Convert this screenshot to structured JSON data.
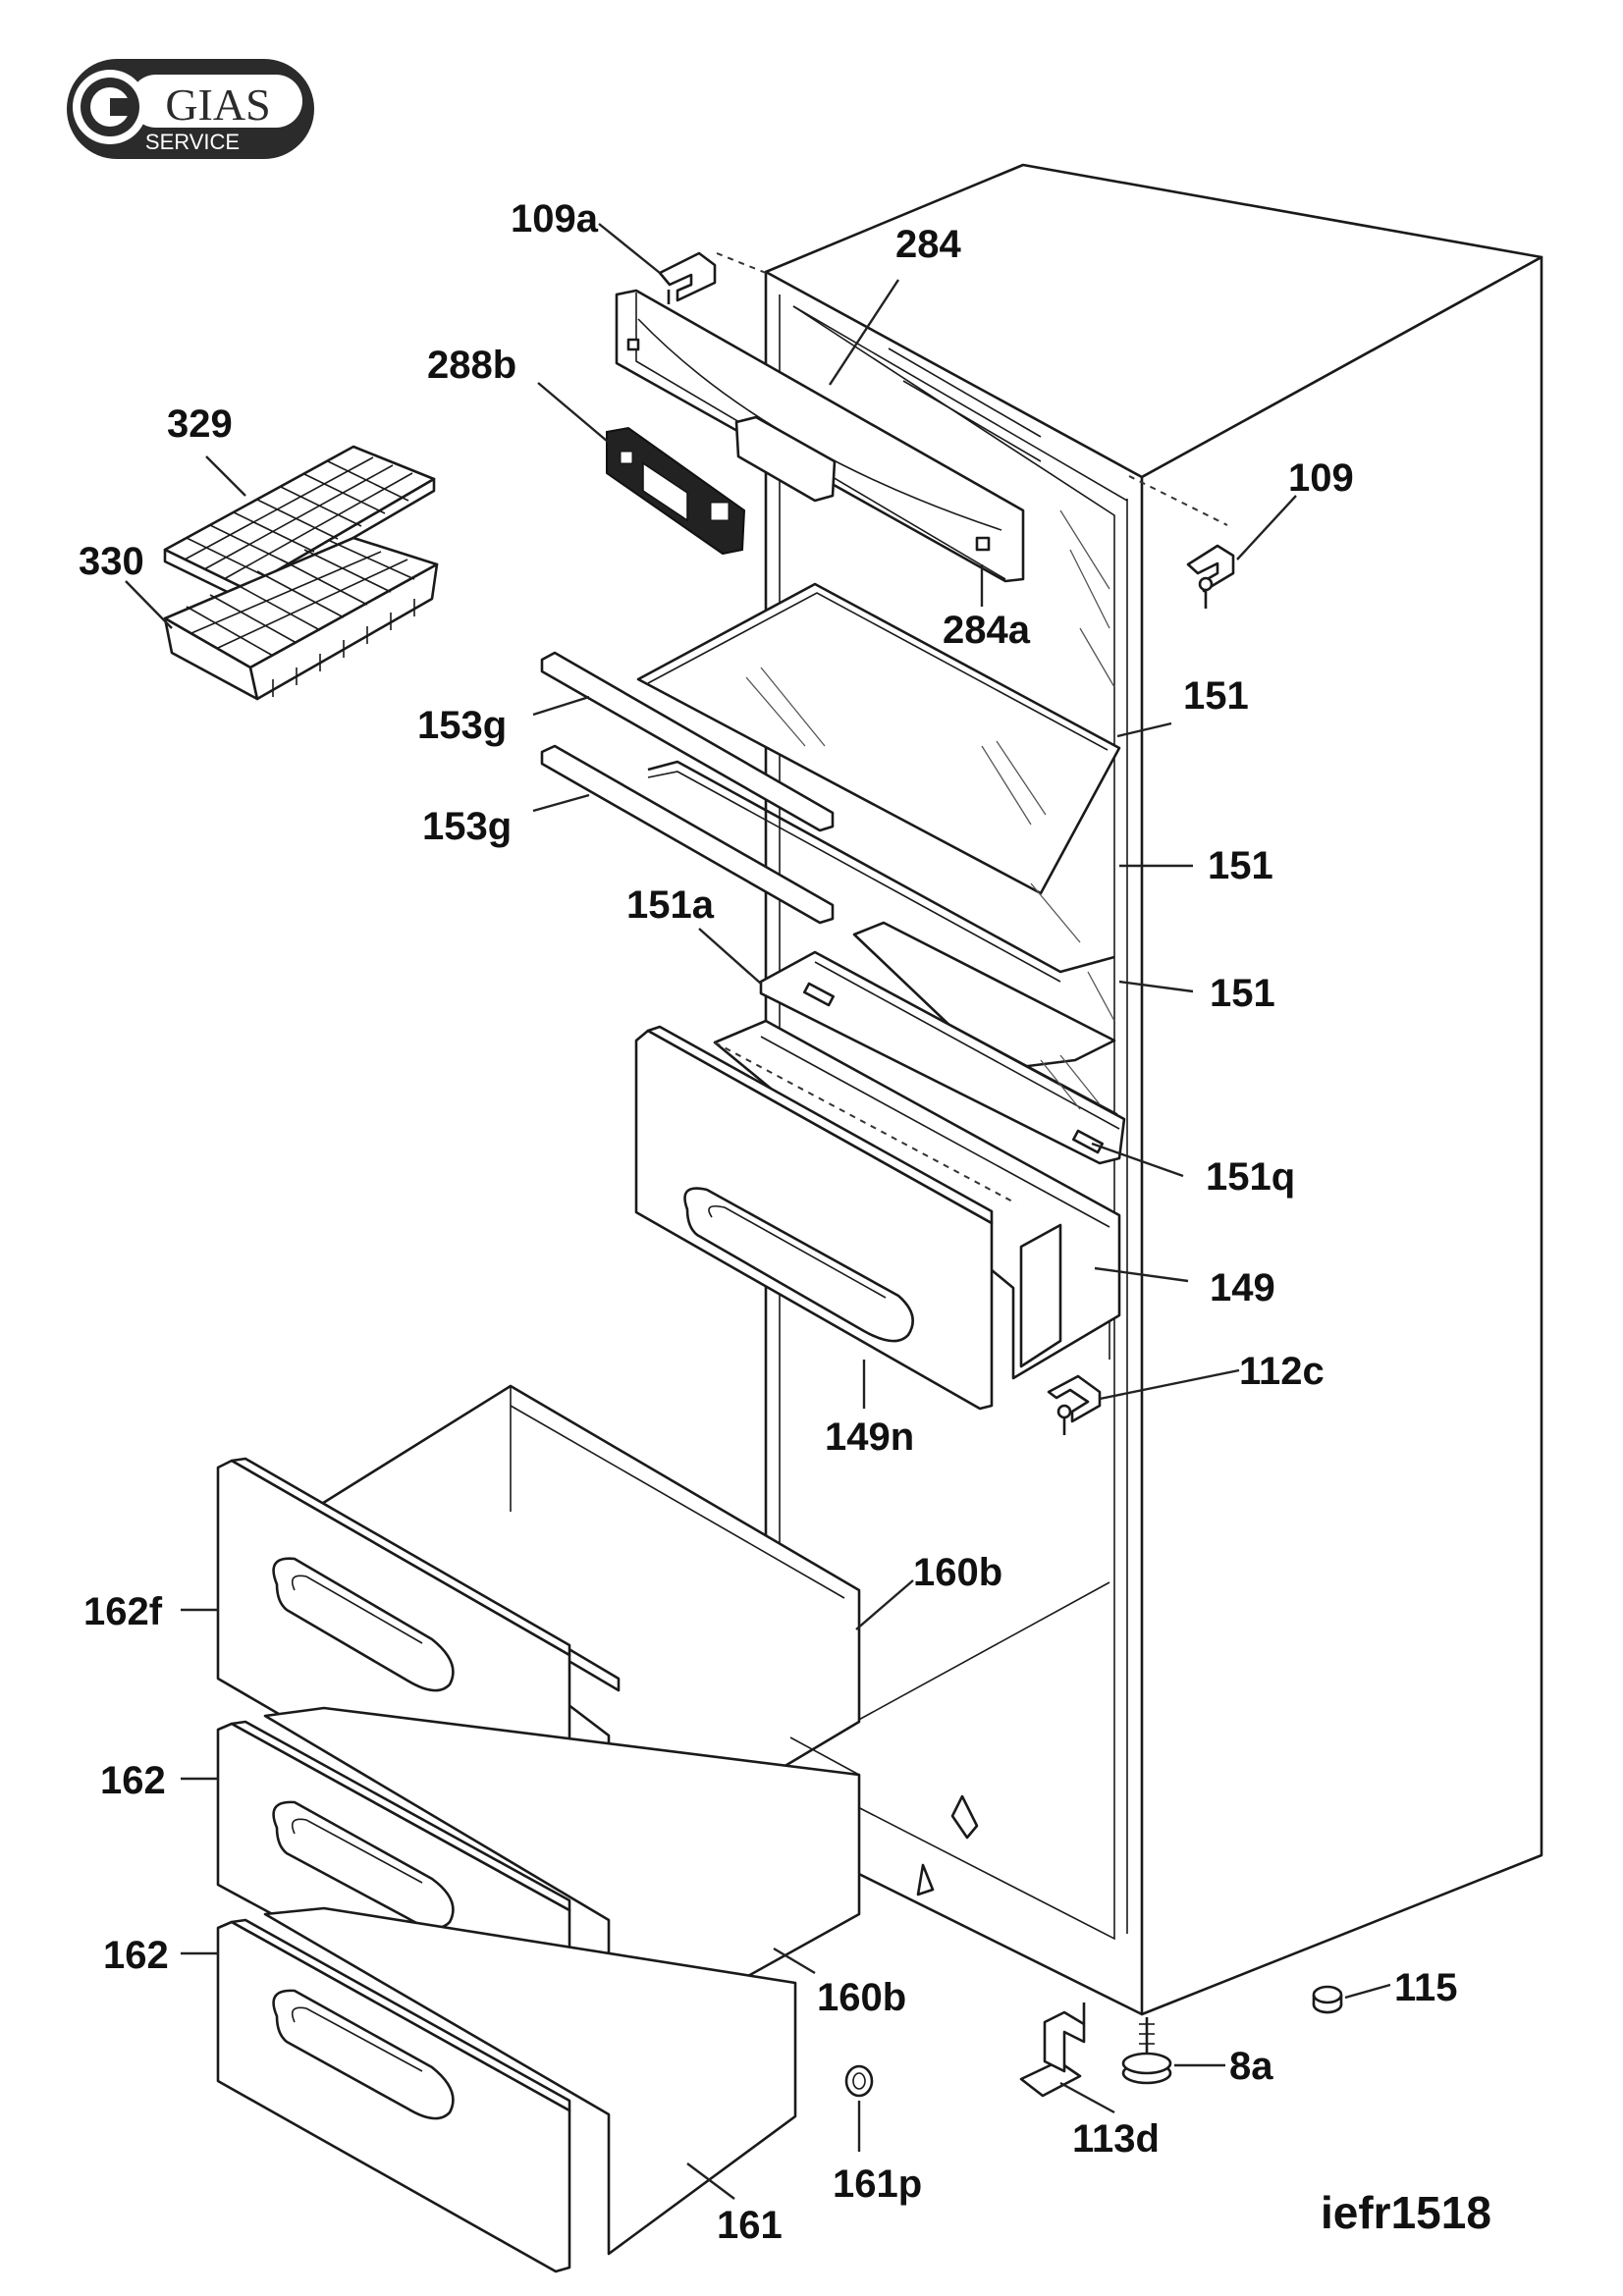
{
  "logo": {
    "brand": "GIAS",
    "sub": "SERVICE"
  },
  "diagram_code": "iefr1518",
  "parts": {
    "p109a": "109a",
    "p284": "284",
    "p288b": "288b",
    "p329": "329",
    "p330": "330",
    "p109": "109",
    "p284a": "284a",
    "p151_top": "151",
    "p153g_upper": "153g",
    "p153g_lower": "153g",
    "p151_mid": "151",
    "p151a": "151a",
    "p151_low": "151",
    "p151q": "151q",
    "p149": "149",
    "p112c": "112c",
    "p149n": "149n",
    "p160b_upper": "160b",
    "p162f": "162f",
    "p162_upper": "162",
    "p162_lower": "162",
    "p160b_lower": "160b",
    "p115": "115",
    "p8a": "8a",
    "p113d": "113d",
    "p161p": "161p",
    "p161": "161"
  }
}
